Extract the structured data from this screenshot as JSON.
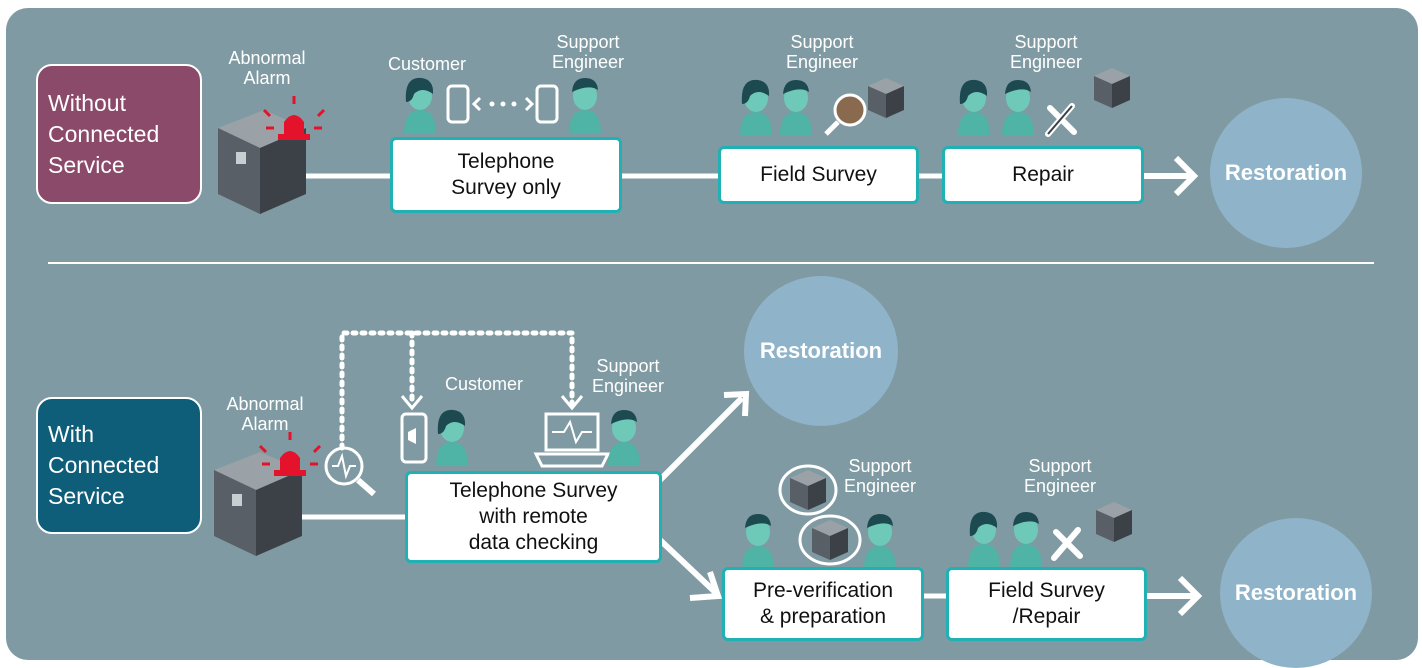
{
  "top": {
    "label": "Without\nConnected\nService",
    "alarm_label": "Abnormal\nAlarm",
    "customer_label": "Customer",
    "support_label_1": "Support\nEngineer",
    "support_label_2": "Support\nEngineer",
    "support_label_3": "Support\nEngineer",
    "step_1": "Telephone\nSurvey only",
    "step_2": "Field Survey",
    "step_3": "Repair",
    "restoration": "Restoration"
  },
  "bottom": {
    "label": "With\nConnected\nService",
    "alarm_label": "Abnormal\nAlarm",
    "customer_label": "Customer",
    "support_label_1": "Support\nEngineer",
    "support_label_2": "Support\nEngineer",
    "support_label_3": "Support\nEngineer",
    "step_1": "Telephone Survey\nwith remote\ndata checking",
    "step_2": "Pre-verification\n& preparation",
    "step_3": "Field Survey\n/Repair",
    "restoration_1": "Restoration",
    "restoration_2": "Restoration"
  },
  "colors": {
    "panel": "#7f9aa2",
    "without_label": "#8c4a6a",
    "with_label": "#0e5e7a",
    "step_border": "#1fb1b3",
    "restoration": "#8fb4c9",
    "alarm": "#e5122b"
  },
  "icons": [
    "machine-icon",
    "alarm-icon",
    "person-icon",
    "phone-icon",
    "laptop-icon",
    "magnifier-icon",
    "tools-icon",
    "arrow-icon"
  ]
}
